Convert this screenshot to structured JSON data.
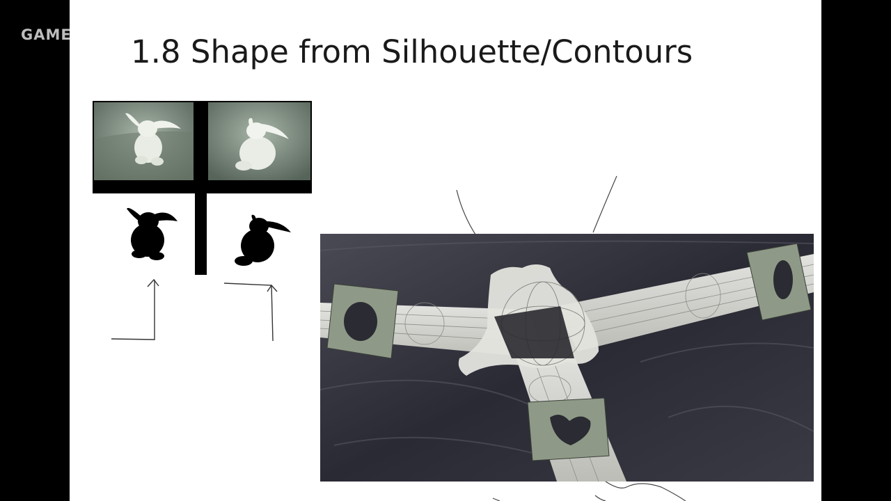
{
  "watermark": {
    "text": "GAME"
  },
  "slide": {
    "title_number": "1.8",
    "title_text": "Shape from Silhouette/Contours"
  },
  "figures": {
    "left_panel": {
      "photos": [
        "bunny-photo-view-1",
        "bunny-photo-view-2"
      ],
      "silhouettes": [
        "bunny-silhouette-view-1",
        "bunny-silhouette-view-2"
      ]
    },
    "right_panel": {
      "image": "visual-hull-cone-intersection",
      "camera_planes": 3
    }
  },
  "colors": {
    "page_background": "#000000",
    "slide_background": "#ffffff",
    "title": "#1a1a1a",
    "photo_background": "#7c8b7c",
    "silhouette": "#000000",
    "scene_background": "#2b2b36",
    "camera_plane": "#8e9a87"
  }
}
